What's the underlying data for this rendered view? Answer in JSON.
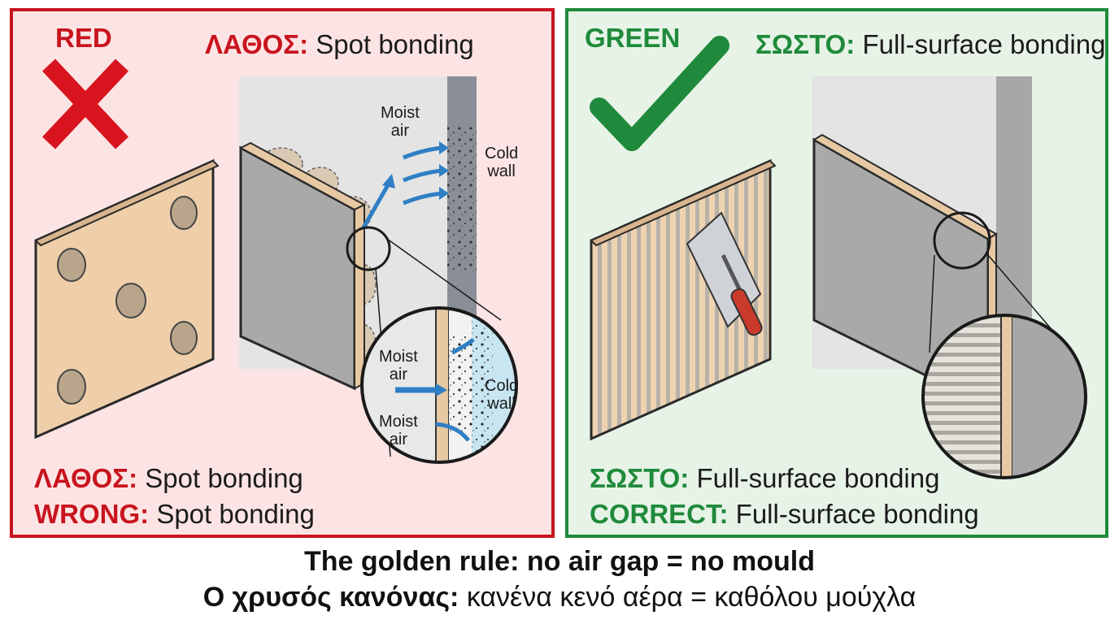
{
  "left_panel": {
    "color_word": "RED",
    "header_bold": "ΛΑΘΟΣ:",
    "header_text": "Spot bonding",
    "diagram_labels": {
      "moist_air_top_1": "Moist",
      "moist_air_top_2": "air",
      "cold_wall_1": "Cold",
      "cold_wall_2": "wall",
      "zoom_moist_a_1": "Moist",
      "zoom_moist_a_2": "air",
      "zoom_moist_b_1": "Moist",
      "zoom_moist_b_2": "air",
      "zoom_cold_1": "Cold",
      "zoom_cold_2": "wall"
    },
    "footer_line1_bold": "ΛΑΘΟΣ:",
    "footer_line1_text": "Spot bonding",
    "footer_line2_bold": "WRONG:",
    "footer_line2_text": "Spot bonding",
    "accent_color": "#c8141e",
    "icon": "cross-icon"
  },
  "right_panel": {
    "color_word": "GREEN",
    "header_bold": "ΣΩΣΤΟ:",
    "header_text": "Full-surface bonding",
    "footer_line1_bold": "ΣΩΣΤΟ:",
    "footer_line1_text": "Full-surface bonding",
    "footer_line2_bold": "CORRECT:",
    "footer_line2_text": "Full-surface bonding",
    "accent_color": "#1f8a3b",
    "icon": "checkmark-icon"
  },
  "caption": {
    "line1": "The golden rule: no air gap = no mould",
    "line2_bold": "Ο χρυσός κανόνας:",
    "line2_text": "κανένα κενό αέρα = καθόλου μούχλα"
  }
}
